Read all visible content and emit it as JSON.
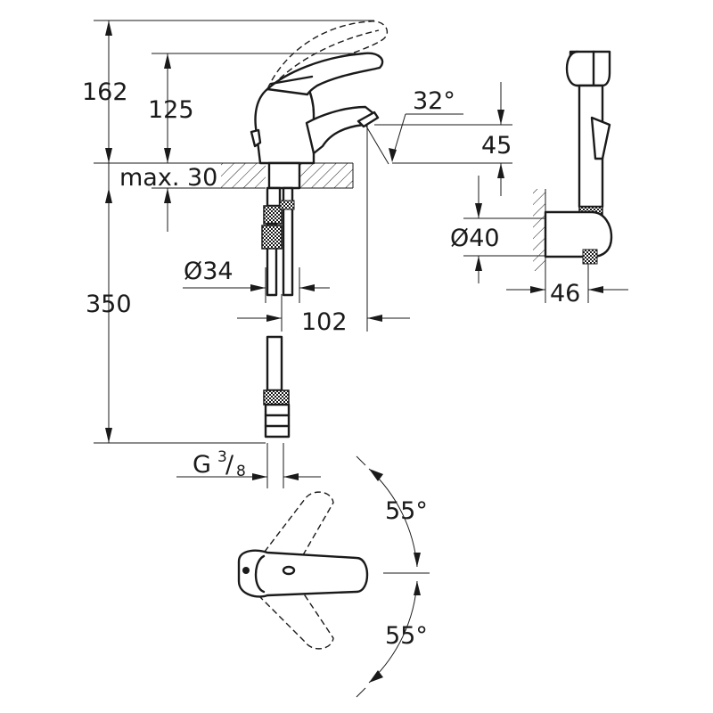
{
  "drawing": {
    "dimensions": {
      "total_height": "162",
      "lever_height": "125",
      "max_thickness": "max. 30",
      "spout_angle": "32°",
      "spout_height": "45",
      "supply_length": "350",
      "hole_diameter": "Ø34",
      "spout_reach": "102",
      "connection_prefix": "G",
      "connection_num": "3",
      "connection_den": "8",
      "holder_diameter": "Ø40",
      "holder_depth": "46",
      "swivel_left": "55°",
      "swivel_right": "55°"
    },
    "parts": {
      "faucet": "faucet-side-view",
      "lever_top": "lever-top-view",
      "shower": "hand-shower",
      "holder": "wall-holder",
      "countertop": "countertop-section"
    }
  }
}
